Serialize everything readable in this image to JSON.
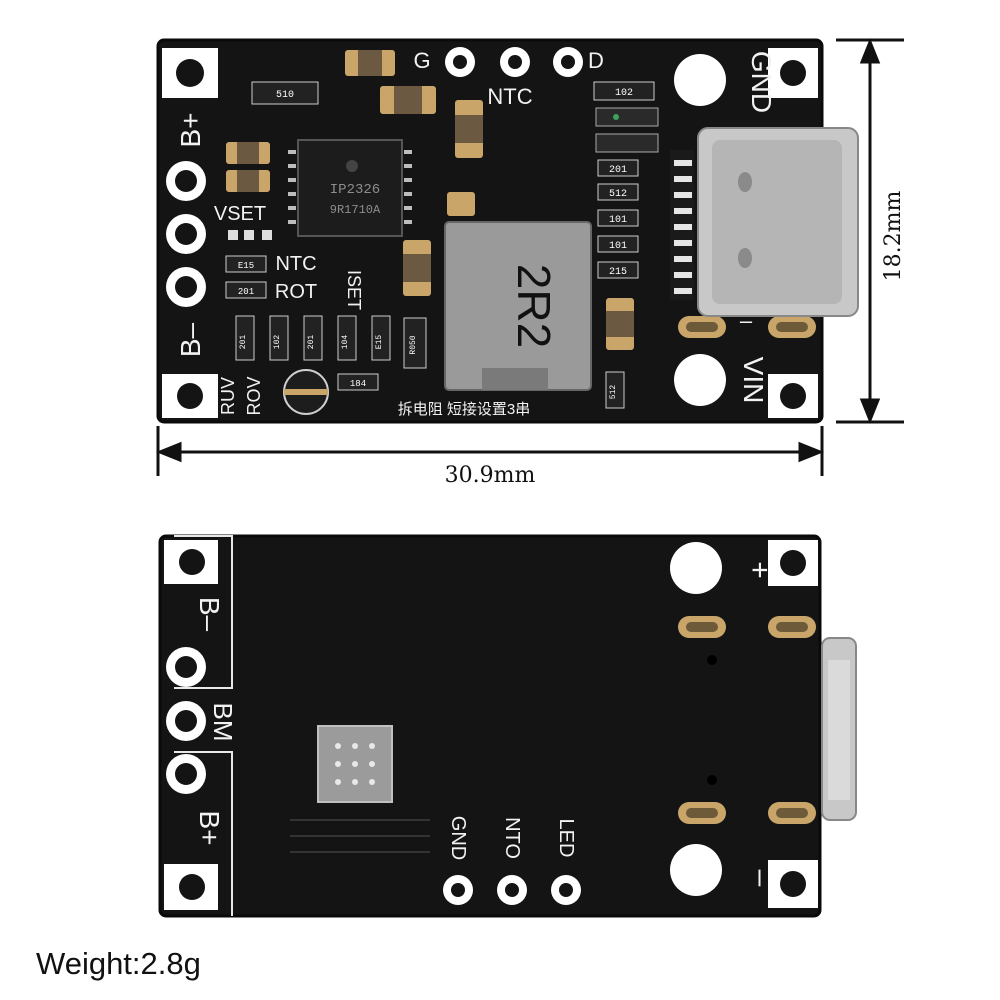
{
  "colors": {
    "pcb": "#141414",
    "pcb_edge": "#0a0a0a",
    "pad": "#ffffff",
    "gold": "#c9a56a",
    "silk": "#f2f2f2",
    "inductor": "#9a9a9a",
    "usbc": "#c8c8c8"
  },
  "top_board": {
    "labels": {
      "b_plus": "B+",
      "b_minus": "B–",
      "g": "G",
      "ntc_top": "NTC",
      "d": "D",
      "gnd": "GND",
      "vin": "VIN",
      "vset": "VSET",
      "ntc_side": "NTC",
      "rot": "ROT",
      "iset": "ISET",
      "ruv": "RUV",
      "rov": "ROV",
      "chinese_note": "拆电阻 短接设置3串",
      "usb_minus": "–"
    },
    "chip": {
      "line1": "IP2326",
      "line2": "9R1710A"
    },
    "inductor_marking": "2R2",
    "component_markings": [
      "510",
      "102",
      "201",
      "512",
      "101",
      "101",
      "215",
      "E15",
      "201",
      "201",
      "102",
      "201",
      "104",
      "E15",
      "R050",
      "184",
      "512"
    ]
  },
  "dimensions": {
    "width": "30.9mm",
    "height": "18.2mm"
  },
  "bottom_board": {
    "labels": {
      "b_minus": "B–",
      "bm": "BM",
      "b_plus": "B+",
      "plus": "+",
      "minus": "–",
      "gnd": "GND",
      "nto": "NTO",
      "led": "LED"
    }
  },
  "caption": {
    "weight": "Weight:2.8g"
  }
}
